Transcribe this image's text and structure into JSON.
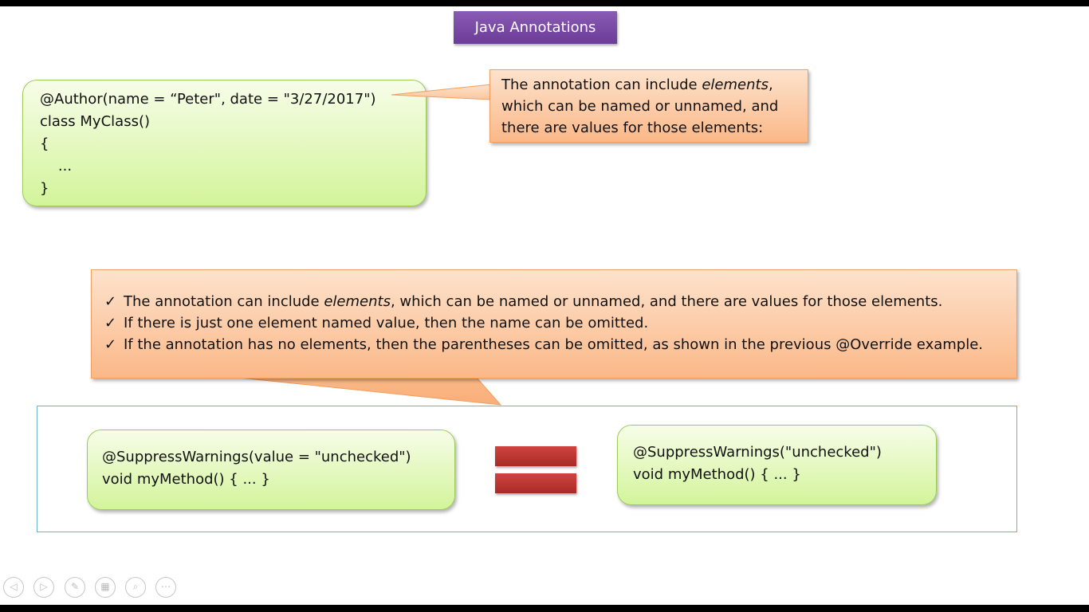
{
  "slide": {
    "title": "Java Annotations",
    "code_top": {
      "lines": [
        "@Author(name = “Peter\", date = \"3/27/2017\")",
        "class MyClass()",
        "{",
        "    ...",
        "}"
      ]
    },
    "callout_top": {
      "text_before": "The annotation can include ",
      "text_emphasis": "elements",
      "text_after": ", which can be named or unnamed, and there are values for those elements:"
    },
    "callout_bottom": {
      "check_glyph": "✓",
      "bullets": [
        {
          "before": "The annotation can include ",
          "emphasis": "elements",
          "after": ", which can be named or unnamed, and there are values for those elements."
        },
        {
          "text": "If there is just one element named value, then the name can be omitted."
        },
        {
          "text": "If the annotation has no elements, then the parentheses can be omitted, as shown in the previous @Override example."
        }
      ]
    },
    "code_left": {
      "lines": [
        "@SuppressWarnings(value = \"unchecked\")",
        "void myMethod() { ... }"
      ]
    },
    "code_right": {
      "lines": [
        "@SuppressWarnings(\"unchecked\")",
        "void myMethod() { ... }"
      ]
    },
    "equals_color": "#c0392b"
  },
  "nav_bar": {
    "buttons": [
      {
        "name": "prev-slide-icon",
        "glyph": "◁"
      },
      {
        "name": "next-slide-icon",
        "glyph": "▷"
      },
      {
        "name": "pen-icon",
        "glyph": "✎"
      },
      {
        "name": "slides-grid-icon",
        "glyph": "▦"
      },
      {
        "name": "zoom-icon",
        "glyph": "⌕"
      },
      {
        "name": "more-options-icon",
        "glyph": "⋯"
      }
    ]
  }
}
